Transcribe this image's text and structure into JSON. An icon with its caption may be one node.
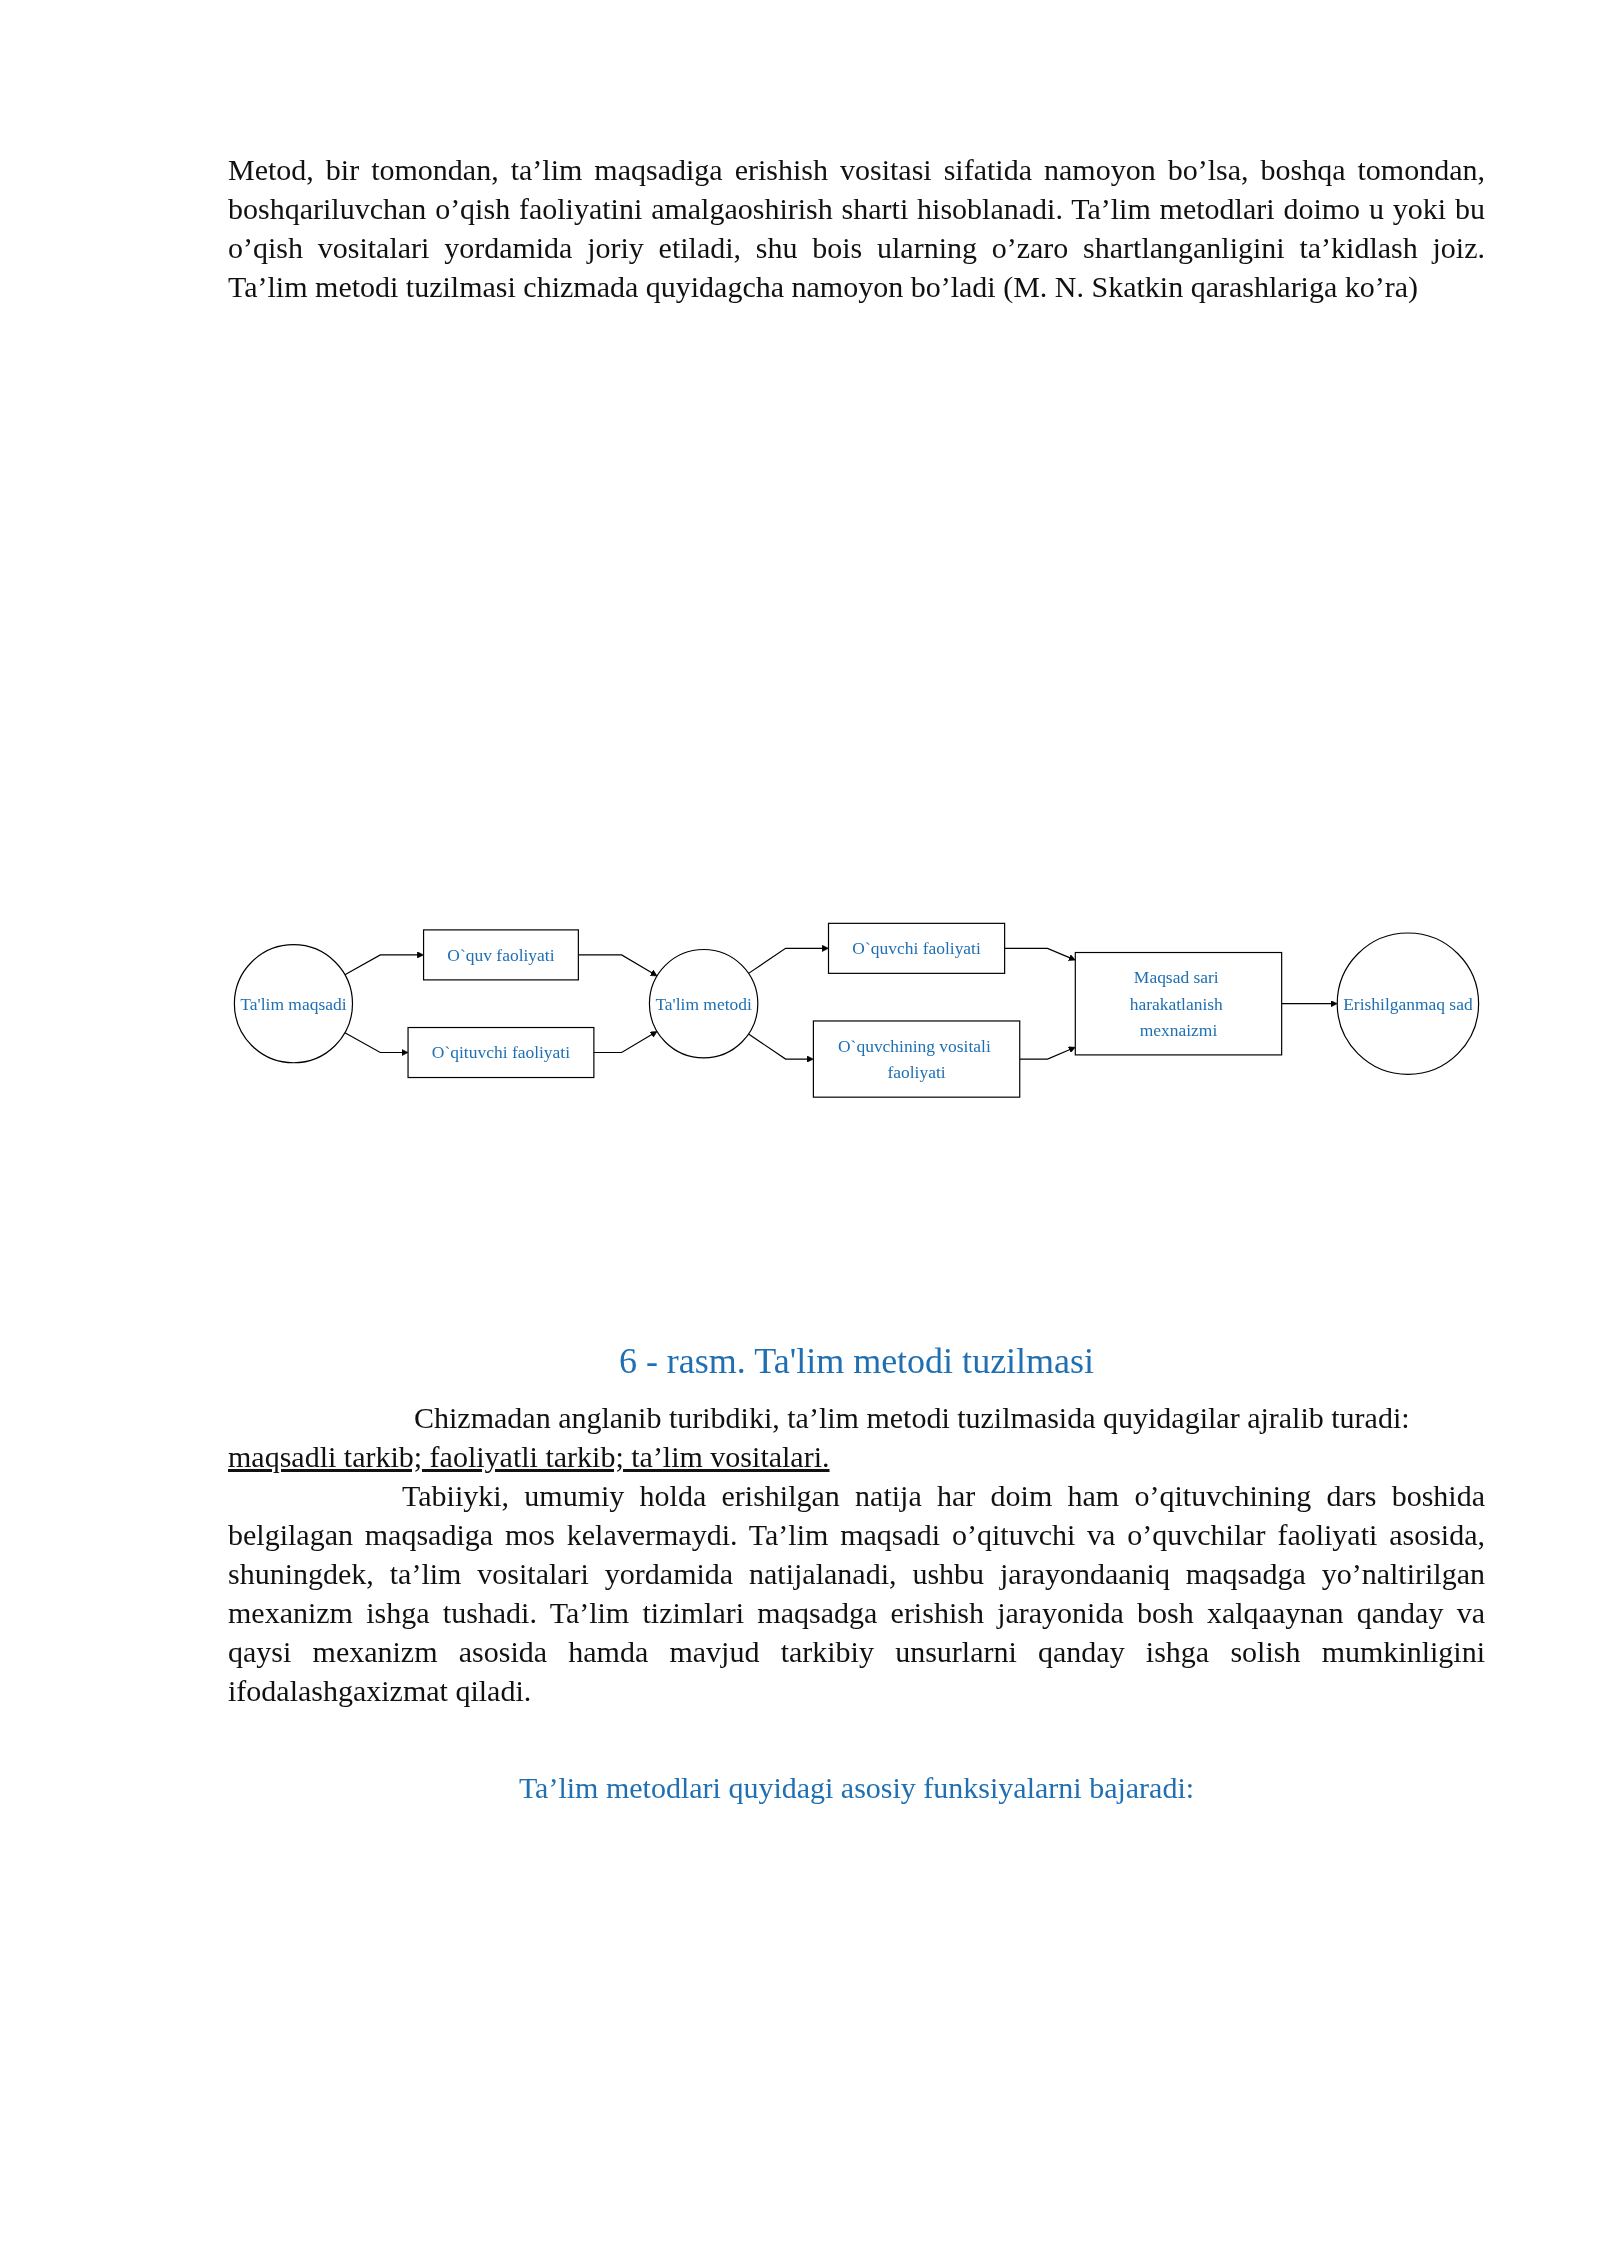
{
  "diagram": {
    "caption": "6 - rasm. Ta'lim metodi tuzilmasi",
    "nodes": [
      {
        "text": [
          "O`quv faoliyati"
        ]
      },
      {
        "text": [
          "O`quvchi faoliyati"
        ]
      },
      {
        "text": [
          "Ta'lim maqsadi"
        ]
      },
      {
        "text": [
          "Ta'lim metodi"
        ]
      },
      {
        "text": [
          "Maqsad sari harakatlanish mexnaizmi"
        ]
      },
      {
        "text": [
          "Erishilganmaq sad"
        ]
      },
      {
        "text": [
          "O`qituvchi faoliyati"
        ]
      },
      {
        "text": [
          "O`quvchining vositali faoliyati"
        ]
      }
    ],
    "edges": [
      {
        "from": 2,
        "to": 0,
        "arrow": "to"
      },
      {
        "from": 0,
        "to": 3,
        "arrow": "to"
      },
      {
        "from": 3,
        "to": 1,
        "arrow": "to"
      },
      {
        "from": 1,
        "to": 4,
        "arrow": "to"
      },
      {
        "from": 2,
        "to": 6,
        "arrow": "to"
      },
      {
        "from": 6,
        "to": 3,
        "arrow": "to"
      },
      {
        "from": 3,
        "to": 7,
        "arrow": "to"
      },
      {
        "from": 7,
        "to": 4,
        "arrow": "to"
      },
      {
        "from": 4,
        "to": 5,
        "arrow": "to"
      }
    ],
    "labels": [
      "Metod, bir tomondan, ta’lim maqsadiga erishish vositasi sifatida namoyon bo’lsa, boshqa tomondan, boshqariluvchan o’qish faoliyatini amalgaoshirish sharti hisoblanadi. Ta’lim metodlari doimo u yoki bu o’qish vositalari yordamida joriy etiladi, shu bois ularning o’zaro shartlanganligini ta’kidlash joiz. Ta’lim metodi tuzilmasi chizmada quyidagcha namoyon bo’ladi (M. N. Skatkin qarashlariga ko’ra)",
      "Chizmadan anglanib turibdiki, ta’lim metodi tuzilmasida quyidagilar ajralib turadi:",
      "maqsadli tarkib; faoliyatli tarkib; ta’lim vositalari.",
      "Tabiiyki, umumiy holda erishilgan natija har doim ham o’qituvchining dars boshida belgilagan maqsadiga mos kelavermaydi. Ta’lim maqsadi o’qituvchi va o’quvchilar faoliyati asosida, shuningdek, ta’lim vositalari yordamida natijalanadi, ushbu jarayondaaniq maqsadga yo’naltirilgan mexanizm ishga tushadi. Ta’lim tizimlari maqsadga erishish jarayonida bosh xalqaaynan qanday va qaysi mexanizm asosida hamda mavjud tarkibiy unsurlarni qanday ishga solish mumkinligini ifodalashgaxizmat qiladi.",
      "Ta’lim metodlari quyidagi asosiy funksiyalarni bajaradi:"
    ]
  }
}
